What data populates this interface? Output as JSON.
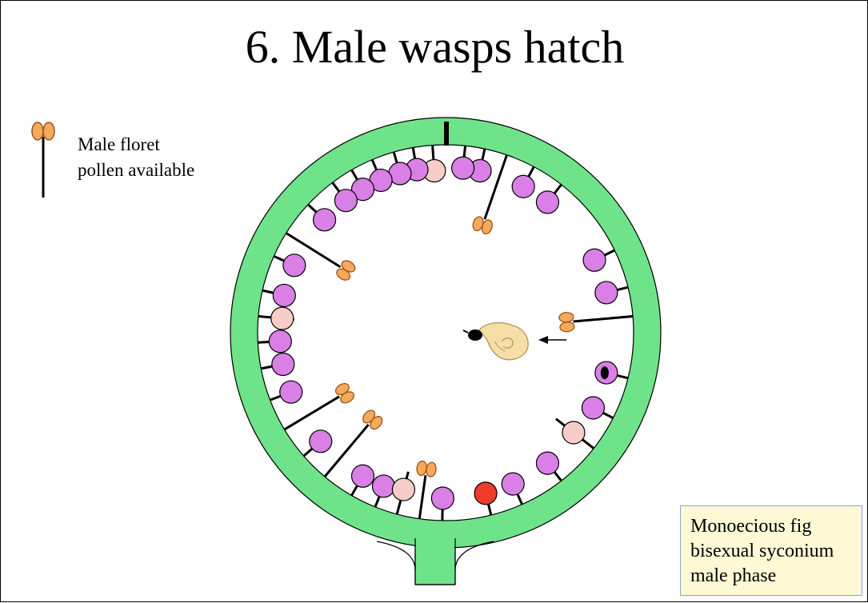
{
  "title": "6. Male wasps hatch",
  "legend": {
    "line1": "Male floret",
    "line2": "pollen available",
    "icon": "male-floret-with-pollen"
  },
  "phase_box": {
    "line1": "Monoecious fig",
    "line2": "bisexual syconium",
    "line3": "male phase"
  },
  "colors": {
    "fig_wall": "#6fe38a",
    "gall_floret": "#d97fe6",
    "female_floret": "#f8cdc8",
    "pollen": "#f5a95a",
    "wasp_body": "#f5dfa6",
    "highlighted_floret": "#ef3b2c"
  }
}
